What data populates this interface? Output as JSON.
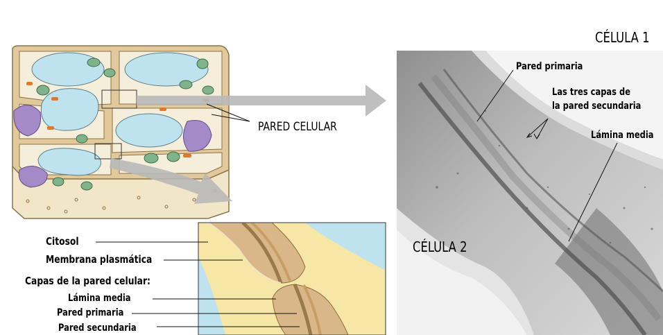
{
  "labels": {
    "celula1": "CÉLULA 1",
    "celula2": "CÉLULA 2",
    "pared_celular": "PARED CELULAR",
    "pared_primaria_micro": "Pared primaria",
    "tres_capas_line1": "Las tres capas de",
    "tres_capas_line2": "la pared secundaria",
    "lamina_media_micro": "Lámina media",
    "citosol": "Citosol",
    "membrana": "Membrana plasmática",
    "capas": "Capas de la pared celular:",
    "lamina_media": "Lámina media",
    "pared_primaria": "Pared primaria",
    "pared_secundaria": "Pared secundaria"
  },
  "colors": {
    "vacuole": "#bfe3ee",
    "cell_wall": "#e8cfa5",
    "cytoplasm": "#f6f0da",
    "nucleus": "#a48bc8",
    "chloroplast": "#7fb38a",
    "mitochondria": "#e07a2a",
    "arrow_gray": "#b5b5b5",
    "micrograph_bg": "#cfcfcf"
  }
}
